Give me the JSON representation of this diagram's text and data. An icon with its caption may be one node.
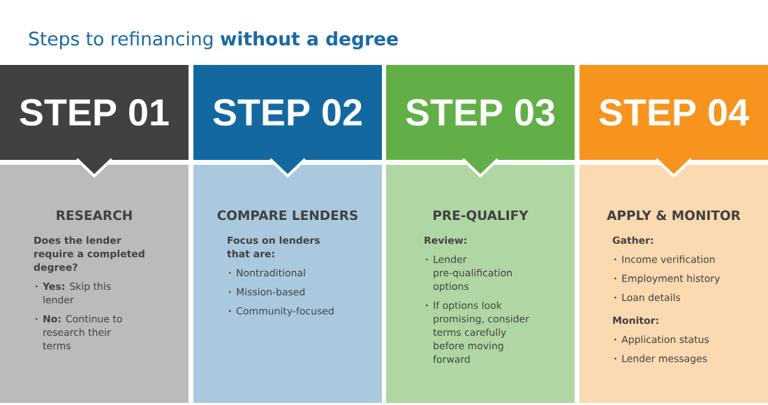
{
  "diagram": {
    "title": "Steps to refinancing **without a degree**",
    "nodes": [
      {
        "text": [
          "STEP 01"
        ]
      },
      {
        "text": [
          "RESEARCH",
          "Does the lender require a completed degree?",
          "**Yes:** Skip this lender",
          "**No:** Continue to research their terms"
        ]
      },
      {
        "text": [
          "STEP 02"
        ]
      },
      {
        "text": [
          "COMPARE LENDERS",
          "Focus on lenders that are:",
          "Nontraditional",
          "Mission-based",
          "Community-focused"
        ]
      },
      {
        "text": [
          "STEP 03"
        ]
      },
      {
        "text": [
          "PRE-QUALIFY",
          "Review:",
          "Lender pre-qualification options",
          "If options look promising, consider terms carefully before moving forward"
        ]
      },
      {
        "text": [
          "STEP 04"
        ]
      },
      {
        "text": [
          "APPLY & MONITOR",
          "Gather:",
          "Income verification",
          "Employment history",
          "Loan details",
          "Monitor:",
          "Application status",
          "Lender messages"
        ]
      }
    ]
  }
}
